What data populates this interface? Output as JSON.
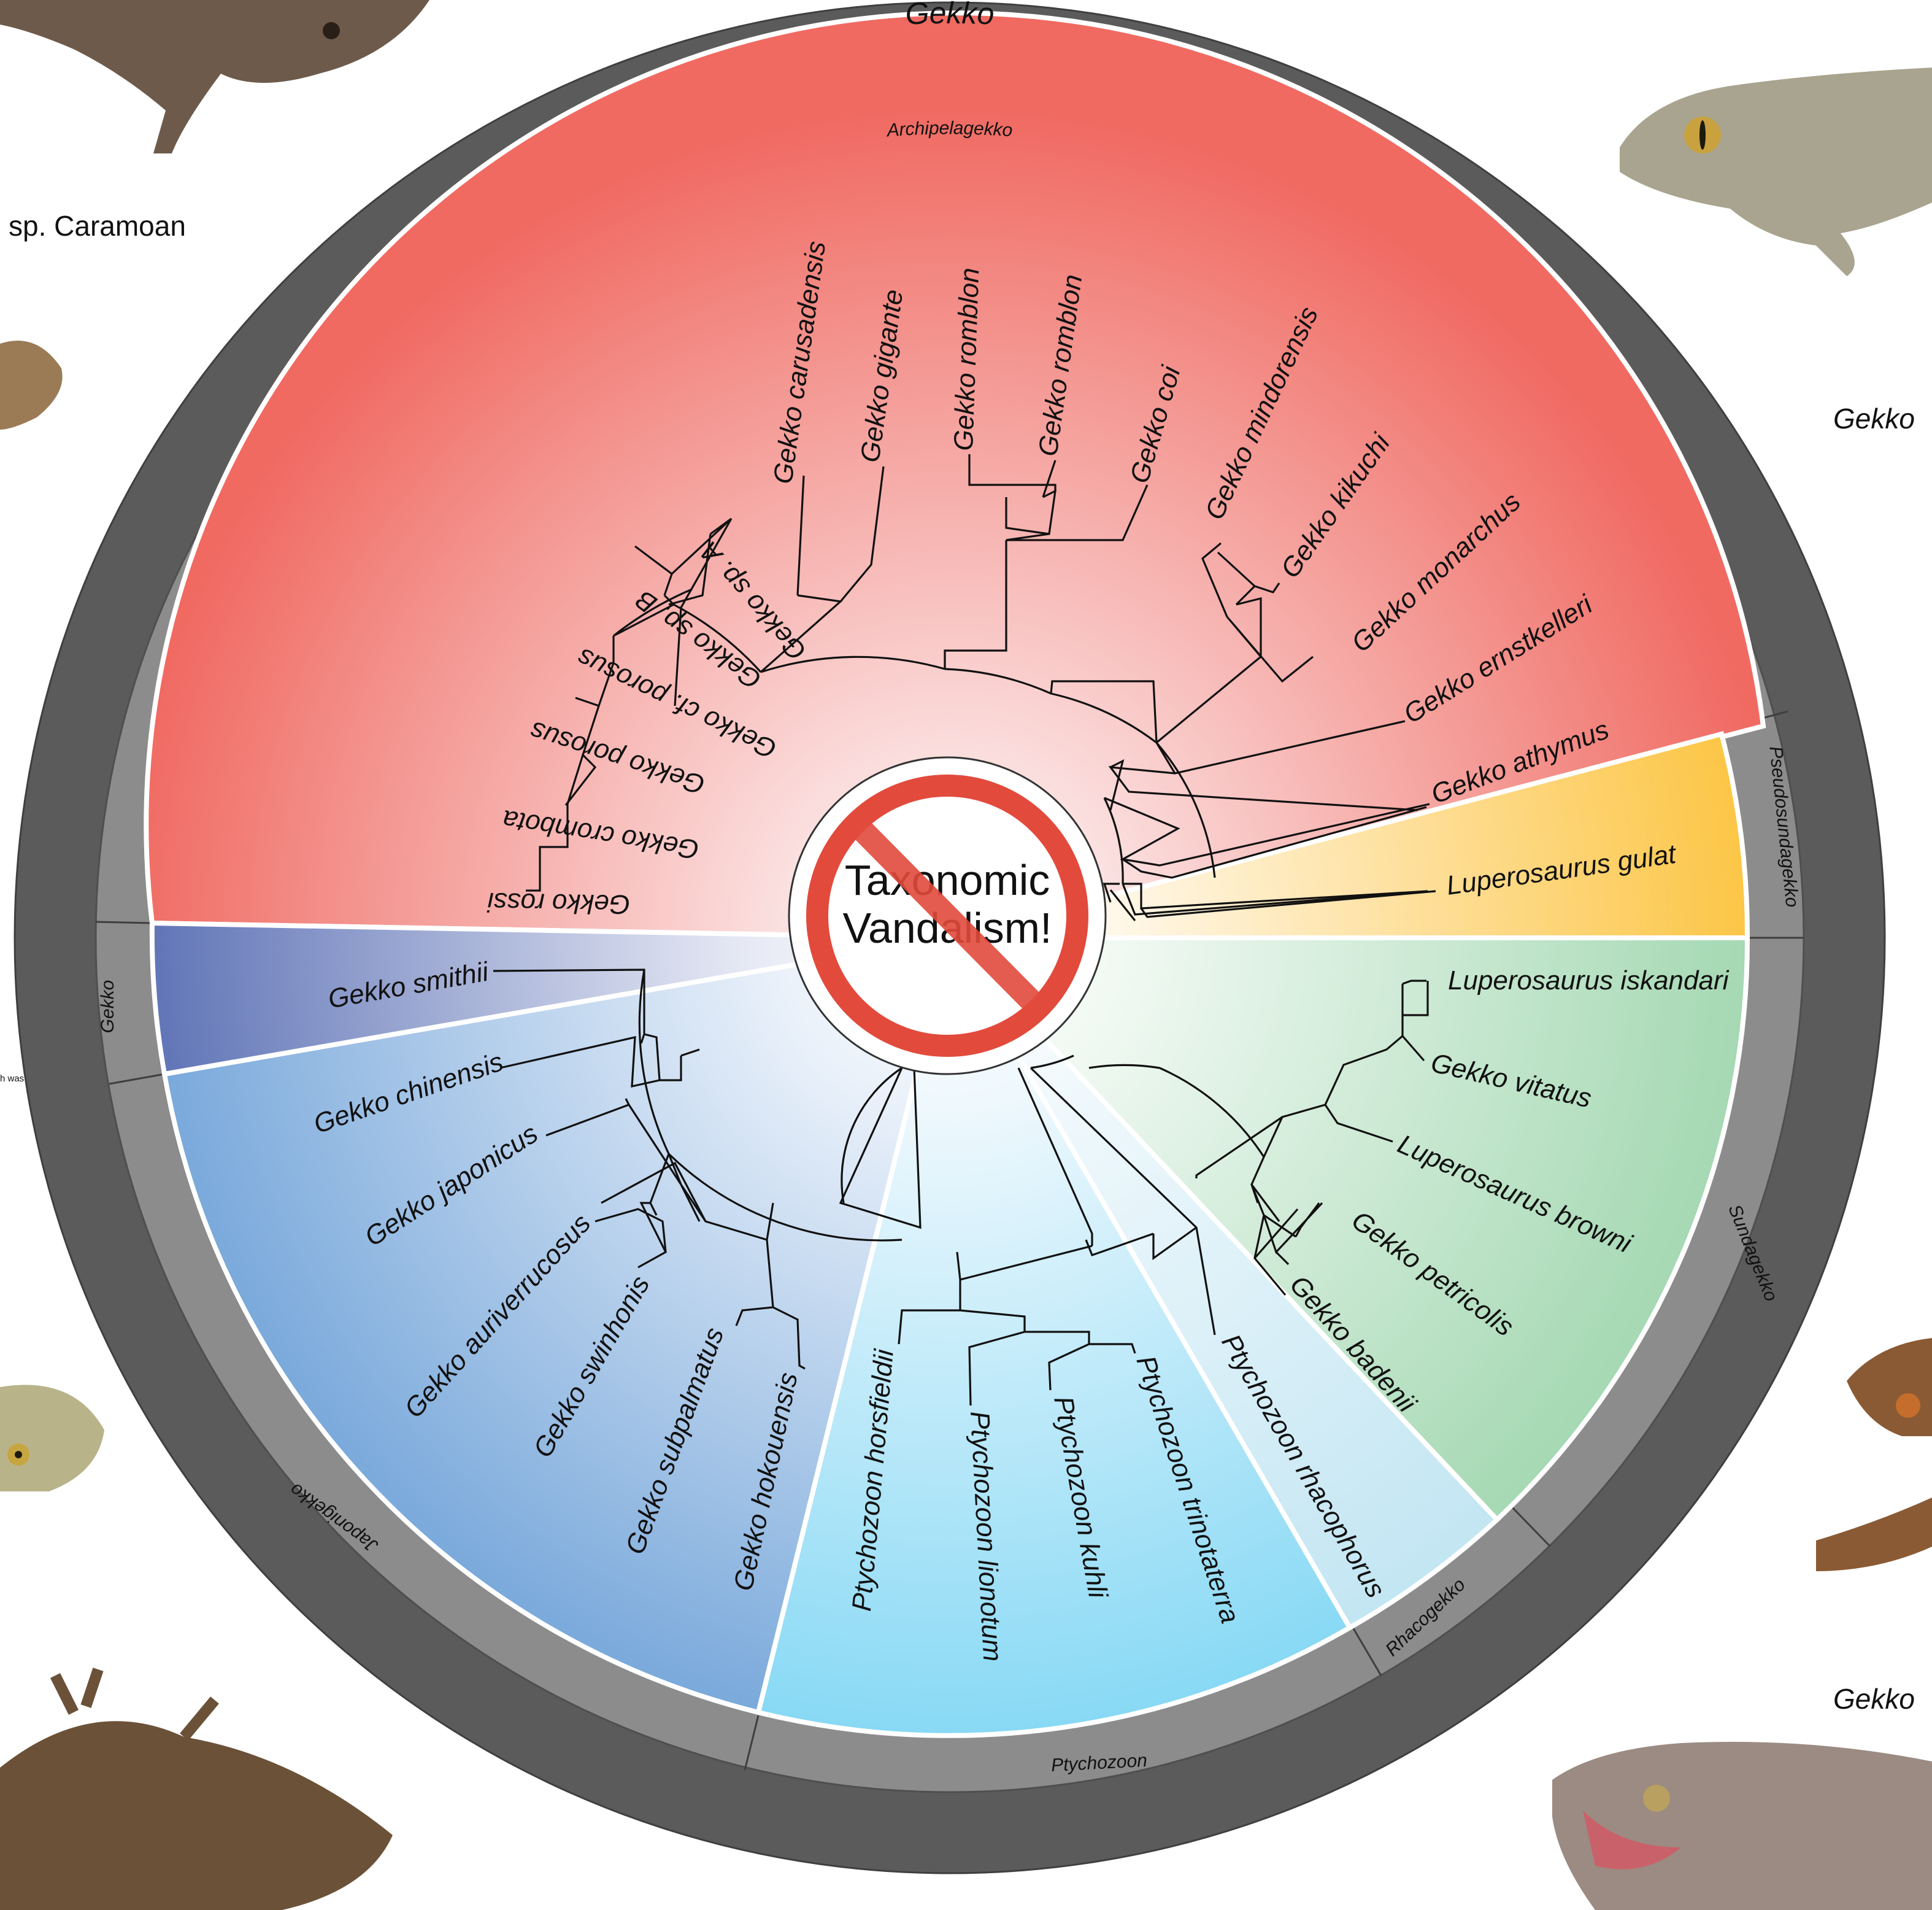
{
  "outer_ring_label": "Gekko",
  "center": {
    "line1": "Taxonomic",
    "line2": "Vandalism!"
  },
  "captions": {
    "top_left": "sp. Caramoan",
    "right_upper": "Gekko",
    "right_lower": "Gekko",
    "left_fragment": "h was not"
  },
  "colors": {
    "archipelagekko": "#f06a62",
    "pseudosundagekko": "#fcc23a",
    "sundagekko": "#9fd6ae",
    "rhacogekko": "#bfe4f2",
    "ptychozoon": "#7ed6f4",
    "japonigekko": "#6fa2d8",
    "gekko": "#5a6fb4",
    "inner_ring": "#8c8c8c",
    "outer_ring": "#5b5b5b",
    "prohibition_sign": "#e24a3c"
  },
  "subgenera": [
    {
      "name": "Archipelagekko"
    },
    {
      "name": "Pseudosundagekko"
    },
    {
      "name": "Sundagekko"
    },
    {
      "name": "Rhacogekko"
    },
    {
      "name": "Ptychozoon"
    },
    {
      "name": "Japonigekko"
    },
    {
      "name": "Gekko"
    }
  ],
  "taxa": [
    "Gekko rossi",
    "Gekko crombota",
    "Gekko porosus",
    "Gekko cf. porosus",
    "Gekko sp. B",
    "Gekko sp. A",
    "Gekko carusadensis",
    "Gekko gigante",
    "Gekko romblon",
    "Gekko romblon",
    "Gekko coi",
    "Gekko mindorensis",
    "Gekko kikuchi",
    "Gekko monarchus",
    "Gekko ernstkelleri",
    "Gekko athymus",
    "Luperosaurus gulat",
    "Luperosaurus iskandari",
    "Gekko vitatus",
    "Luperosaurus browni",
    "Gekko petricolis",
    "Gekko badenii",
    "Ptychozoon rhacophorus",
    "Ptychozoon trinotaterra",
    "Ptychozoon kuhli",
    "Ptychozoon lionotum",
    "Ptychozoon horsfieldii",
    "Gekko hokouensis",
    "Gekko subpalmatus",
    "Gekko swinhonis",
    "Gekko auriverrucosus",
    "Gekko japonicus",
    "Gekko chinensis",
    "Gekko smithii"
  ]
}
